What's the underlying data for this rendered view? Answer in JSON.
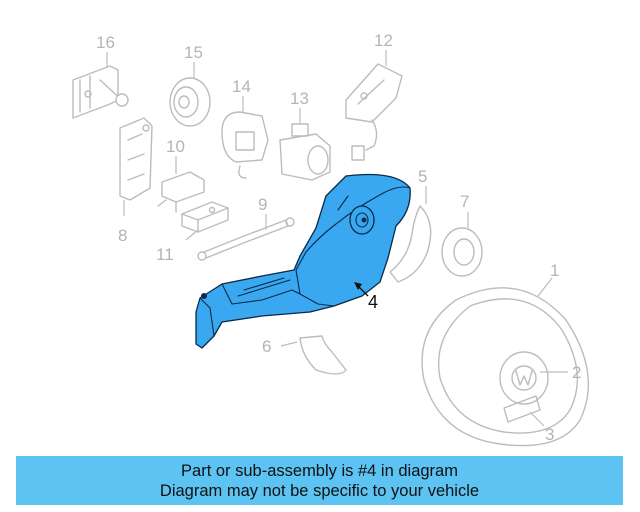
{
  "diagram": {
    "callouts": [
      "16",
      "15",
      "14",
      "13",
      "12",
      "10",
      "8",
      "9",
      "11",
      "5",
      "7",
      "6",
      "1",
      "2",
      "3"
    ],
    "highlighted_callout": "4",
    "highlight_color": "#3aa8f0",
    "line_color": "#bcbcbc",
    "part_icons": [
      "hinge-bracket-icon",
      "wheel-hub-icon",
      "brake-caliper-icon",
      "motor-actuator-icon",
      "mounting-plate-icon",
      "bracket-icon",
      "spare-wheel-well-icon",
      "lever-arm-icon",
      "support-block-icon",
      "gas-strut-icon",
      "trim-panel-icon",
      "round-emblem-icon",
      "mud-flap-icon",
      "spare-tire-cover-icon",
      "vw-logo-icon",
      "latch-insert-icon"
    ]
  },
  "banner": {
    "line1": "Part or sub-assembly is #4 in diagram",
    "line2": "Diagram may not be specific to your vehicle",
    "background": "#5cc3f2"
  }
}
